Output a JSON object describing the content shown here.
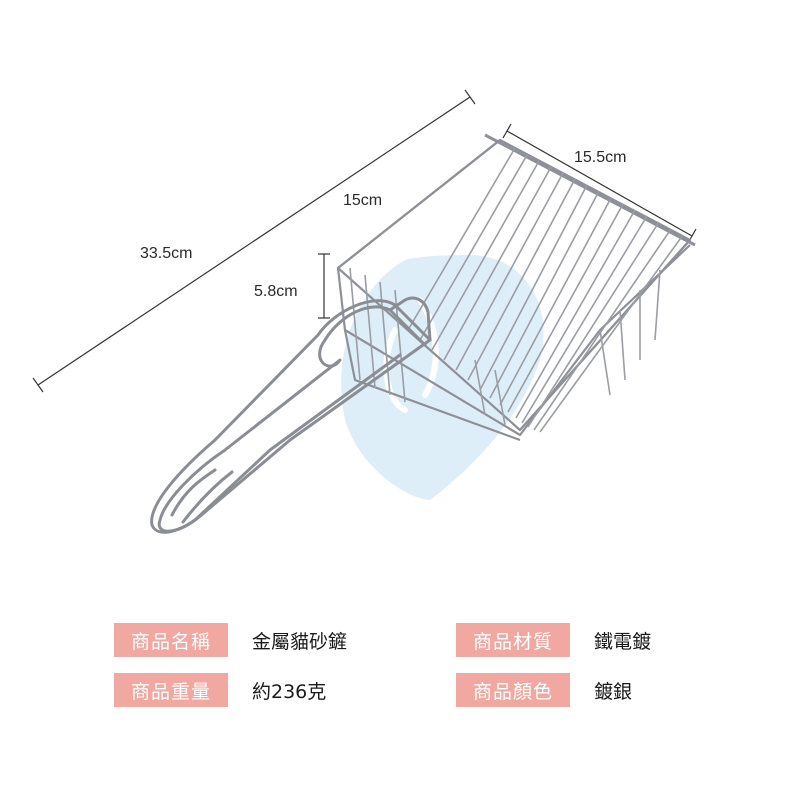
{
  "dimensions": {
    "length": "33.5cm",
    "scoop_length": "15cm",
    "scoop_width": "15.5cm",
    "height": "5.8cm"
  },
  "specs": [
    {
      "label": "商品名稱",
      "value": "金屬貓砂鏟"
    },
    {
      "label": "商品材質",
      "value": "鐵電鍍"
    },
    {
      "label": "商品重量",
      "value": "約236克"
    },
    {
      "label": "商品顏色",
      "value": "鍍銀"
    }
  ],
  "colors": {
    "label_bg": "#f0a8a1",
    "watermark": "#d6ebf8",
    "wire": "#8d9096"
  }
}
